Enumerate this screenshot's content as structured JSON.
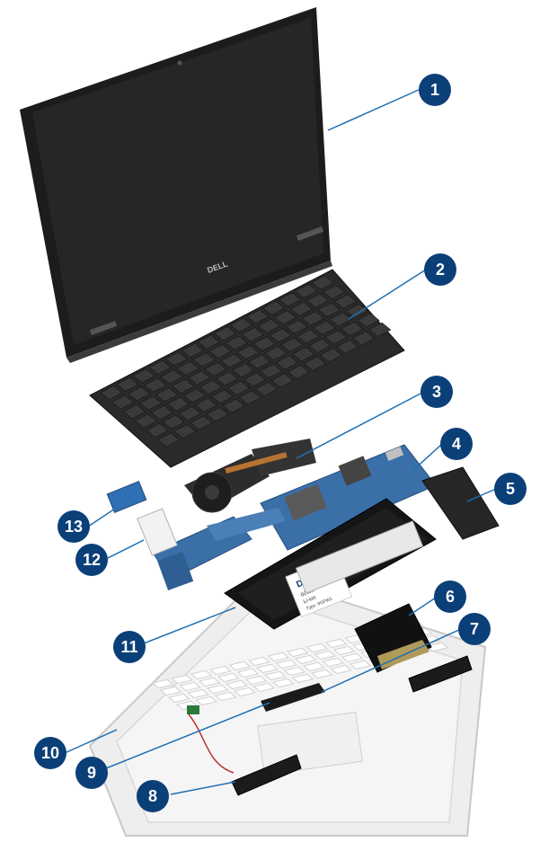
{
  "brand": "DELL",
  "battery_label": {
    "brand": "DELL",
    "line1": "60Wh",
    "line2": "Li-ion",
    "line3": "Type: 9GFW1"
  },
  "colors": {
    "callout": "#0b3f78",
    "leader": "#1f6fb2",
    "palmrest": "#e6e6e6",
    "board": "#2e6db0",
    "dark_part": "#2b2b2b"
  },
  "callouts": [
    {
      "number": "1",
      "part": "display-assembly"
    },
    {
      "number": "2",
      "part": "keyboard"
    },
    {
      "number": "3",
      "part": "heatsink-fan"
    },
    {
      "number": "4",
      "part": "system-board"
    },
    {
      "number": "5",
      "part": "io-board-bracket"
    },
    {
      "number": "6",
      "part": "fingerprint-board"
    },
    {
      "number": "7",
      "part": "speaker"
    },
    {
      "number": "8",
      "part": "speaker"
    },
    {
      "number": "9",
      "part": "touchpad-board"
    },
    {
      "number": "10",
      "part": "palmrest"
    },
    {
      "number": "11",
      "part": "battery"
    },
    {
      "number": "12",
      "part": "ssd"
    },
    {
      "number": "13",
      "part": "wlan-card"
    }
  ]
}
